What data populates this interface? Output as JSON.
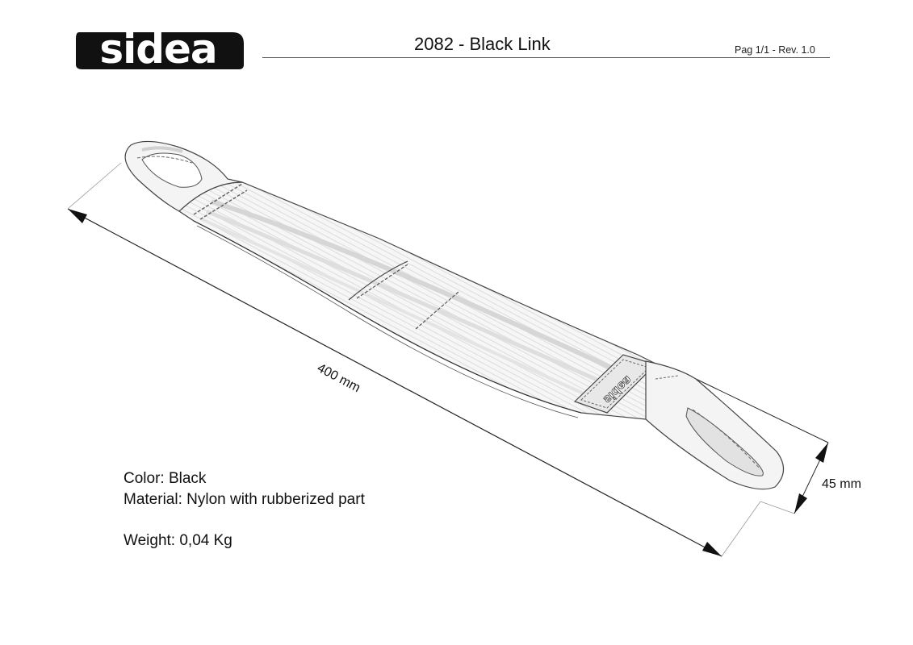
{
  "header": {
    "logo_text": "sidea",
    "title": "2082 - Black Link",
    "page_info": "Pag 1/1 - Rev. 1.0"
  },
  "drawing": {
    "product": "Black Link sling (nylon webbing with loops at both ends)",
    "strap_logo_text": "sidea",
    "dimensions": {
      "length_label": "400 mm",
      "width_label": "45 mm"
    }
  },
  "specs": {
    "color": "Color: Black",
    "material": "Material: Nylon with rubberized part",
    "weight": "Weight: 0,04 Kg"
  }
}
